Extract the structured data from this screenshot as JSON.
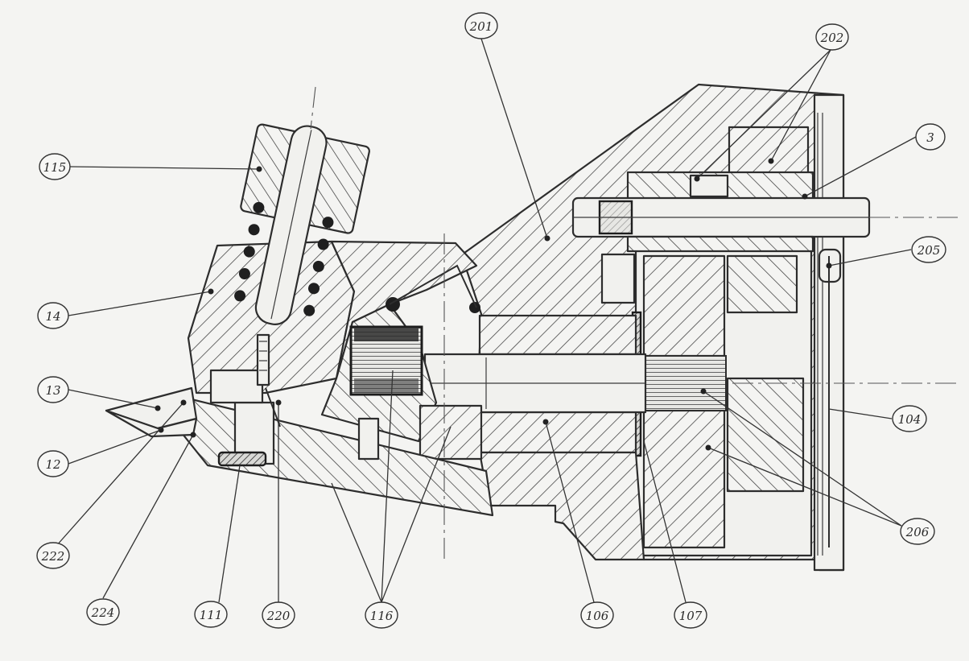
{
  "callouts": [
    {
      "id": "c115",
      "label": "115"
    },
    {
      "id": "c14",
      "label": "14"
    },
    {
      "id": "c13",
      "label": "13"
    },
    {
      "id": "c12",
      "label": "12"
    },
    {
      "id": "c222",
      "label": "222"
    },
    {
      "id": "c224",
      "label": "224"
    },
    {
      "id": "c111",
      "label": "111"
    },
    {
      "id": "c220",
      "label": "220"
    },
    {
      "id": "c116",
      "label": "116"
    },
    {
      "id": "c201",
      "label": "201"
    },
    {
      "id": "c202",
      "label": "202"
    },
    {
      "id": "c3",
      "label": "3"
    },
    {
      "id": "c205",
      "label": "205"
    },
    {
      "id": "c104",
      "label": "104"
    },
    {
      "id": "c206",
      "label": "206"
    },
    {
      "id": "c107",
      "label": "107"
    },
    {
      "id": "c106",
      "label": "106"
    }
  ]
}
